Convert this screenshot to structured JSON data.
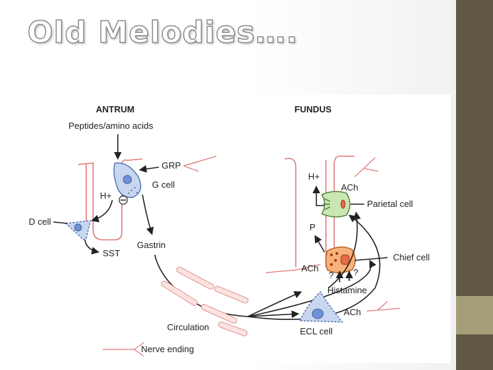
{
  "slide": {
    "title": "Old Melodies….",
    "colors": {
      "sidebar": "#615843",
      "sidebar_accent": "#a59e79",
      "nerve": "#e07a78",
      "cell_blue": "#c9d6f0",
      "chief_orange": "#f6b27a"
    }
  },
  "diagram": {
    "antrum": {
      "header": "ANTRUM",
      "stimulus": "Peptides/amino acids",
      "grp": "GRP",
      "g_cell": "G cell",
      "h_plus": "H+",
      "d_cell": "D cell",
      "sst": "SST",
      "gastrin": "Gastrin"
    },
    "fundus": {
      "header": "FUNDUS",
      "h_plus": "H+",
      "ach_top": "ACh",
      "parietal_cell": "Parietal cell",
      "p": "P",
      "chief_cell": "Chief cell",
      "ach_mid": "ACh",
      "q1": "?",
      "q2": "?",
      "histamine": "Histamine",
      "ach_bottom": "ACh",
      "ecl_cell": "ECL cell"
    },
    "circulation": "Circulation",
    "nerve_ending": "Nerve ending"
  }
}
